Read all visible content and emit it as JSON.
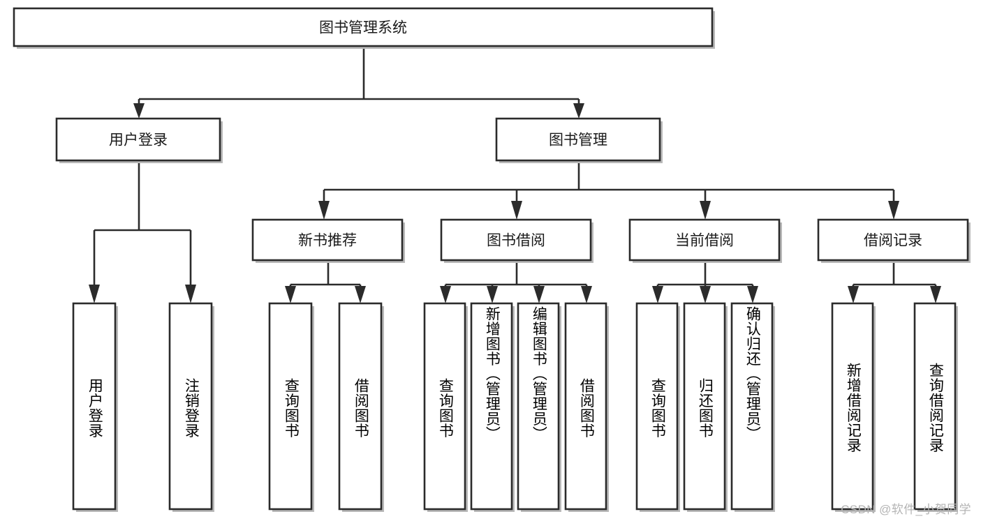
{
  "diagram": {
    "type": "tree",
    "title": "图书管理系统",
    "orientation": "top-down",
    "watermark": "CSDN @软件_小贺同学",
    "colors": {
      "box_fill": "#ffffff",
      "box_stroke": "#2b2b2b",
      "text": "#1a1a1a",
      "watermark": "#b4b4b4",
      "background": "#ffffff"
    },
    "nodes": {
      "root": {
        "label": "图书管理系统",
        "level": 1
      },
      "level2": [
        {
          "id": "user-login",
          "label": "用户登录"
        },
        {
          "id": "book-manage",
          "label": "图书管理"
        }
      ],
      "level3": [
        {
          "id": "new-book-recommend",
          "label": "新书推荐",
          "parent": "book-manage"
        },
        {
          "id": "book-borrow",
          "label": "图书借阅",
          "parent": "book-manage"
        },
        {
          "id": "current-borrow",
          "label": "当前借阅",
          "parent": "book-manage"
        },
        {
          "id": "borrow-record",
          "label": "借阅记录",
          "parent": "book-manage"
        }
      ],
      "leaves": [
        {
          "id": "leaf-user-login",
          "label": "用户登录",
          "parent": "user-login"
        },
        {
          "id": "leaf-logout-login",
          "label": "注销登录",
          "parent": "user-login"
        },
        {
          "id": "leaf-query-book-1",
          "label": "查询图书",
          "parent": "new-book-recommend"
        },
        {
          "id": "leaf-borrow-book-1",
          "label": "借阅图书",
          "parent": "new-book-recommend"
        },
        {
          "id": "leaf-query-book-2",
          "label": "查询图书",
          "parent": "book-borrow"
        },
        {
          "id": "leaf-add-book",
          "label": "新增图书（管理员）",
          "parent": "book-borrow"
        },
        {
          "id": "leaf-edit-book",
          "label": "编辑图书（管理员）",
          "parent": "book-borrow"
        },
        {
          "id": "leaf-borrow-book-2",
          "label": "借阅图书",
          "parent": "book-borrow"
        },
        {
          "id": "leaf-query-book-3",
          "label": "查询图书",
          "parent": "current-borrow"
        },
        {
          "id": "leaf-return-book",
          "label": "归还图书",
          "parent": "current-borrow"
        },
        {
          "id": "leaf-confirm-return",
          "label": "确认归还（管理员）",
          "parent": "current-borrow"
        },
        {
          "id": "leaf-add-record",
          "label": "新增借阅记录",
          "parent": "borrow-record"
        },
        {
          "id": "leaf-query-record",
          "label": "查询借阅记录",
          "parent": "borrow-record"
        }
      ]
    }
  }
}
